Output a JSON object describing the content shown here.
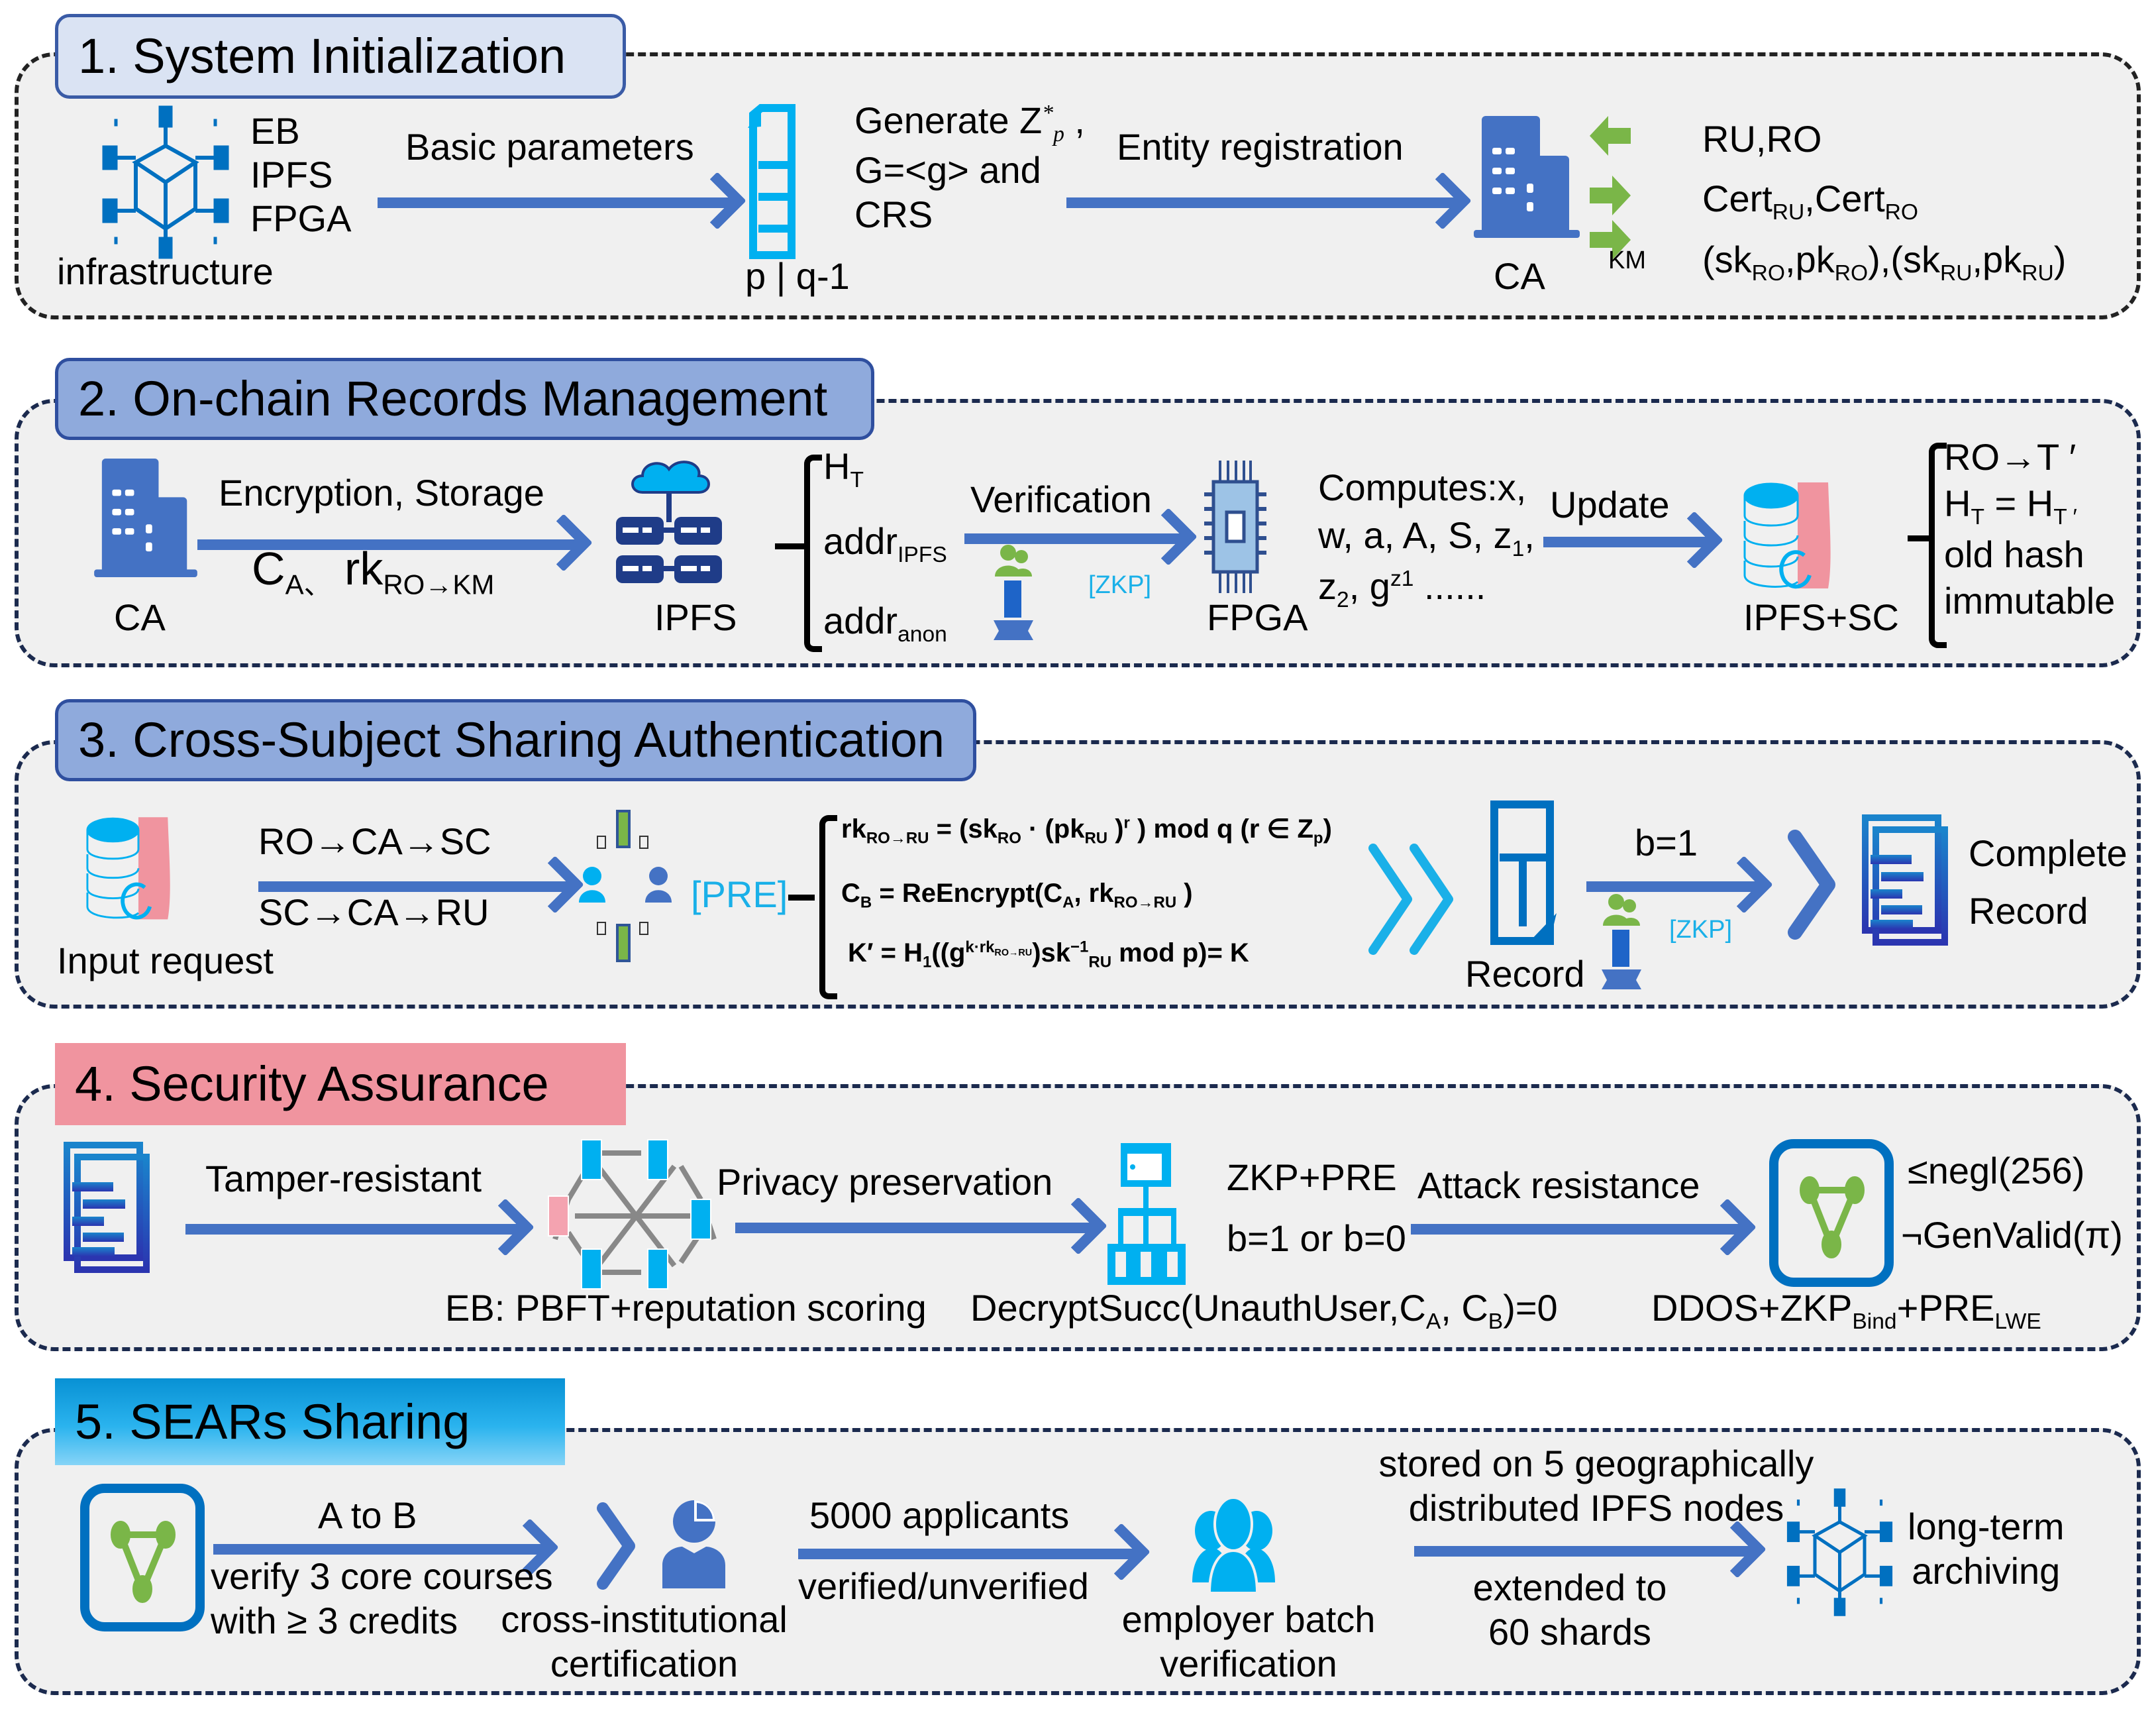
{
  "sections": [
    {
      "title": "1. System Initialization",
      "infrastructure_items": [
        "EB",
        "IPFS",
        "FPGA"
      ],
      "infrastructure_label": "infrastructure",
      "arrow1_label": "Basic parameters",
      "doc_text": [
        "Generate Z",
        "G=<g> and",
        "CRS"
      ],
      "doc_z_sup": "*",
      "doc_z_sub": "p",
      "doc_caption": "p | q-1",
      "arrow2_label": "Entity registration",
      "ca_label": "CA",
      "km_label": "KM",
      "outputs": [
        "RU,RO",
        "Cert",
        "RU",
        ",Cert",
        "RO"
      ],
      "keys": {
        "sk": "sk",
        "pk": "pk",
        "ro": "RO",
        "ru": "RU"
      }
    },
    {
      "title": "2. On-chain Records Management",
      "ca_label": "CA",
      "arrow1_top": "Encryption, Storage",
      "arrow1_bottom_c": "C",
      "arrow1_bottom_c_sub": "A、",
      "arrow1_bottom_rk": "rk",
      "arrow1_bottom_rk_sub": "RO→KM",
      "ipfs_label": "IPFS",
      "brace_items": [
        {
          "main": "H",
          "sub": "T"
        },
        {
          "main": "addr",
          "sub": "IPFS"
        },
        {
          "main": "addr",
          "sub": "anon"
        }
      ],
      "arrow2_label": "Verification",
      "zkp_label": "[ZKP]",
      "fpga_label": "FPGA",
      "computes": [
        "Computes:x,",
        "w, a, A, S, z",
        "z",
        ", g",
        " ......"
      ],
      "arrow3_label": "Update",
      "store_label": "IPFS+SC",
      "update_items": [
        "RO→T ′",
        "H",
        "T",
        " = H",
        "T ′",
        "old hash",
        "immutable"
      ]
    },
    {
      "title": "3. Cross-Subject Sharing Authentication",
      "input_label": "Input request",
      "route1": "RO→CA→SC",
      "route2": "SC→CA→RU",
      "pre_label": "[PRE]",
      "formulas": [
        "rk_{RO→RU} = (sk_{RO} · (pk_{RU} )^r ) mod q (r ∈ Z_p)",
        "C_B = ReEncrypt(C_A, rk_{RO→RU} )",
        "K′ = H_1((g^{k·rk_{RO→RU}})sk^{−1}_{RU} mod p)= K"
      ],
      "record_label": "Record",
      "arrow_label": "b=1",
      "zkp_label": "[ZKP]",
      "complete_label": [
        "Complete",
        "Record"
      ]
    },
    {
      "title": "4. Security Assurance",
      "arrow1_label": "Tamper-resistant",
      "eb_label": "EB: PBFT+reputation scoring",
      "arrow2_label": "Privacy preservation",
      "zkp_pre": "ZKP+PRE",
      "b_label": "b=1 or b=0",
      "decrypt_label": "DecryptSucc(UnauthUser,C_A, C_B)=0",
      "arrow3_label": "Attack resistance",
      "negl": "≤negl(256)",
      "genvalid": "¬GenValid(π)",
      "ddos_label": "DDOS+ZKP_Bind+PRE_LWE"
    },
    {
      "title": "5. SEARs Sharing",
      "arrow1_top": "A to B",
      "arrow1_bottom": [
        "verify 3 core courses",
        "with ≥ 3 credits"
      ],
      "cert_label": [
        "cross-institutional",
        "certification"
      ],
      "arrow2_top": "5000 applicants",
      "arrow2_bottom": "verified/unverified",
      "employer_label": [
        "employer batch",
        "verification"
      ],
      "arrow3_top": [
        "stored on 5 geographically",
        "distributed IPFS nodes"
      ],
      "arrow3_bottom": [
        "extended to",
        "60 shards"
      ],
      "archive_label": [
        "long-term",
        "archiving"
      ]
    }
  ],
  "colors": {
    "arrow_blue": "#4472c4",
    "icon_blue": "#0070c0",
    "cyan": "#00b0f0",
    "green": "#7ab648",
    "pink": "#f0949f",
    "panel_bg": "#f0f0f0"
  }
}
